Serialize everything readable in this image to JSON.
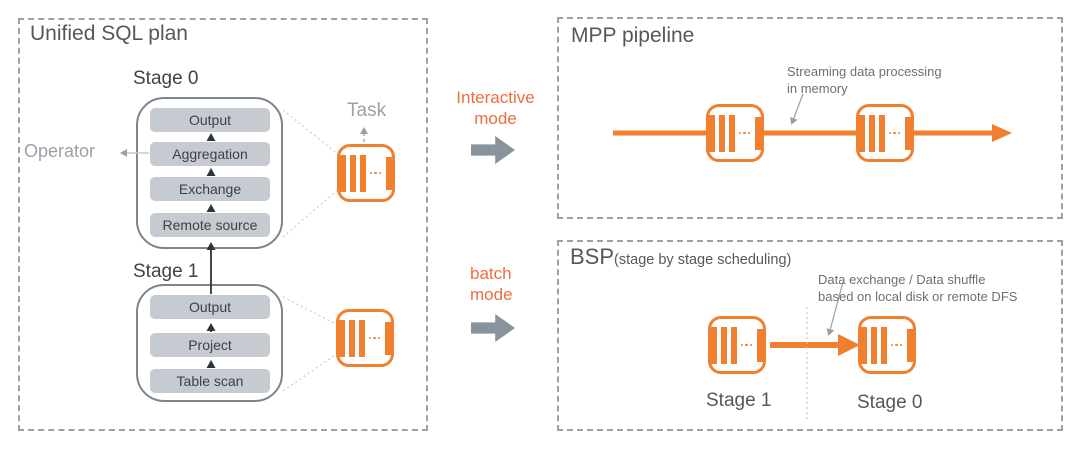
{
  "left_panel": {
    "title": "Unified SQL plan",
    "operator_label": "Operator",
    "task_label": "Task",
    "stage0": {
      "label": "Stage 0",
      "operators": [
        "Output",
        "Aggregation",
        "Exchange",
        "Remote source"
      ]
    },
    "stage1": {
      "label": "Stage 1",
      "operators": [
        "Output",
        "Project",
        "Table scan"
      ]
    }
  },
  "modes": {
    "interactive": {
      "line1": "Interactive",
      "line2": "mode"
    },
    "batch": {
      "line1": "batch",
      "line2": "mode"
    }
  },
  "mpp_panel": {
    "title": "MPP pipeline",
    "annotation_line1": "Streaming data processing",
    "annotation_line2": "in memory"
  },
  "bsp_panel": {
    "title": "BSP",
    "subtitle": "(stage by stage scheduling)",
    "annotation_line1": "Data exchange / Data shuffle",
    "annotation_line2": "based on local disk or remote DFS",
    "stage_left_label": "Stage 1",
    "stage_right_label": "Stage 0"
  },
  "colors": {
    "orange": "#F07F2E",
    "orange_text": "#ED6E3E",
    "mode_arrow_gray": "#8A939B",
    "dashed_border_gray": "#9CA2A8",
    "operator_box_fill": "#C6CBD2",
    "heading_gray": "#54585C",
    "muted_gray": "#9BA1A7",
    "annotation_gray": "#6B7076"
  }
}
